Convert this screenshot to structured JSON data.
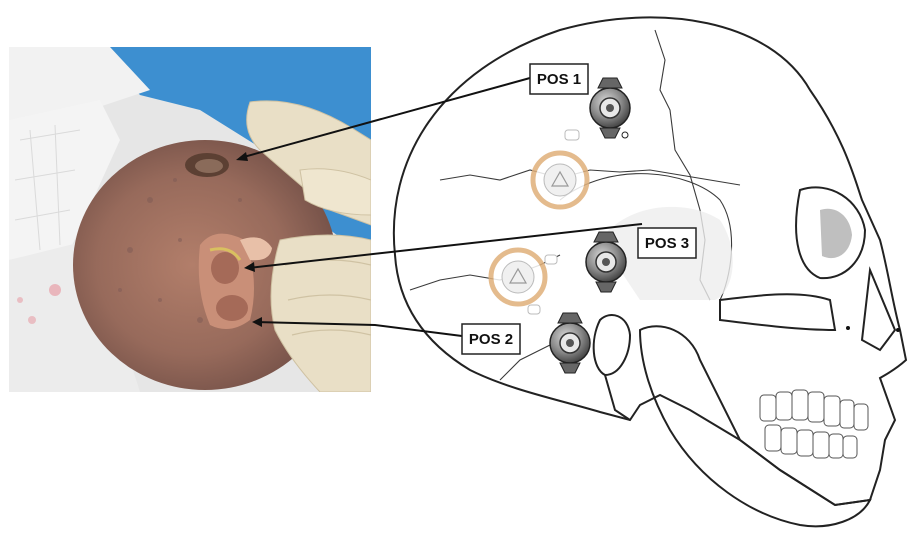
{
  "labels": {
    "pos1": "POS 1",
    "pos2": "POS 2",
    "pos3": "POS 3"
  },
  "colors": {
    "drape_blue": "#3d8fd0",
    "glove": "#e9dfc6",
    "skin": "#9a6f60",
    "bone": "#f7f7f7",
    "implant_ring": "#e0b07a",
    "line": "#111111"
  }
}
